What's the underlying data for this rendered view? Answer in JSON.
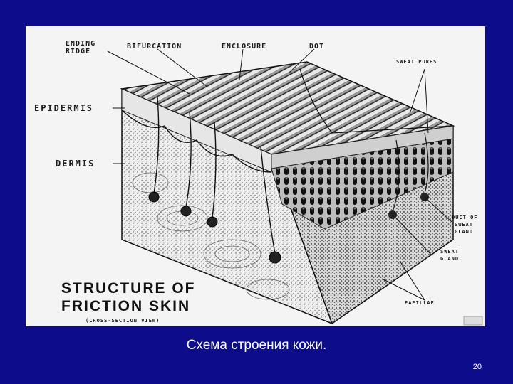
{
  "diagram": {
    "labels": {
      "ending_ridge_1": "ENDING",
      "ending_ridge_2": "RIDGE",
      "bifurcation": "BIFURCATION",
      "enclosure": "ENCLOSURE",
      "dot": "DOT",
      "sweat_pores": "SWEAT PORES",
      "epidermis": "EPIDERMIS",
      "dermis": "DERMIS",
      "duct_1": "DUCT OF",
      "duct_2": "SWEAT",
      "duct_3": "GLAND",
      "gland_1": "SWEAT",
      "gland_2": "GLAND",
      "papillae": "PAPILLAE"
    },
    "title_line1": "STRUCTURE OF",
    "title_line2": "FRICTION SKIN",
    "subtitle": "(CROSS-SECTION VIEW)"
  },
  "caption": "Схема строения кожи.",
  "page_number": "20",
  "colors": {
    "background": "#0d0d8c",
    "figure_bg": "#f4f4f4",
    "ink": "#1c1c1c",
    "caption": "#ffffff"
  }
}
